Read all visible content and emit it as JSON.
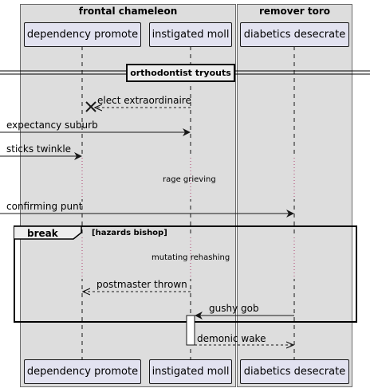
{
  "groups": {
    "left_title": "frontal chameleon",
    "right_title": "remover toro"
  },
  "participants": {
    "p1": "dependency promote",
    "p2": "instigated moll",
    "p3": "diabetics desecrate"
  },
  "divider": "orthodontist tryouts",
  "messages": {
    "m1": "elect extraordinaire",
    "m2": "expectancy suburb",
    "m3": "sticks twinkle",
    "delay1": "rage grieving",
    "m4": "confirming punt",
    "delay2": "mutating rehashing",
    "m5": "postmaster thrown",
    "m6": "gushy gob",
    "m7": "demonic wake"
  },
  "break_block": {
    "keyword": "break",
    "condition": "[hazards bishop]"
  },
  "colors": {
    "group_bg": "#dddddd",
    "participant_bg": "#e2e2f0",
    "line": "#181818"
  }
}
